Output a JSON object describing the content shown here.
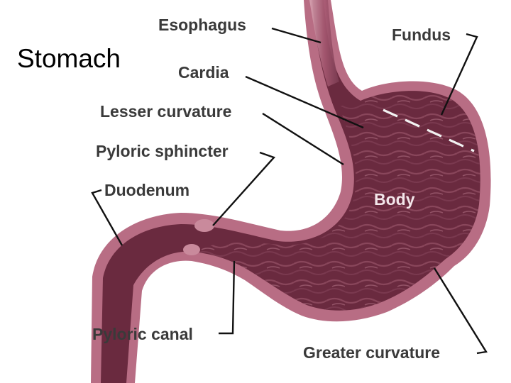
{
  "title": "Stomach",
  "labels": {
    "esophagus": "Esophagus",
    "fundus": "Fundus",
    "cardia": "Cardia",
    "lesser_curvature": "Lesser curvature",
    "pyloric_sphincter": "Pyloric sphincter",
    "duodenum": "Duodenum",
    "body": "Body",
    "pyloric_canal": "Pyloric canal",
    "greater_curvature": "Greater curvature"
  },
  "colors": {
    "outer_wall": "#b86d84",
    "mucosa": "#6a2a3f",
    "rugae": "#8e4b60",
    "label_text": "#3a3a3a",
    "leader_line": "#111111"
  }
}
